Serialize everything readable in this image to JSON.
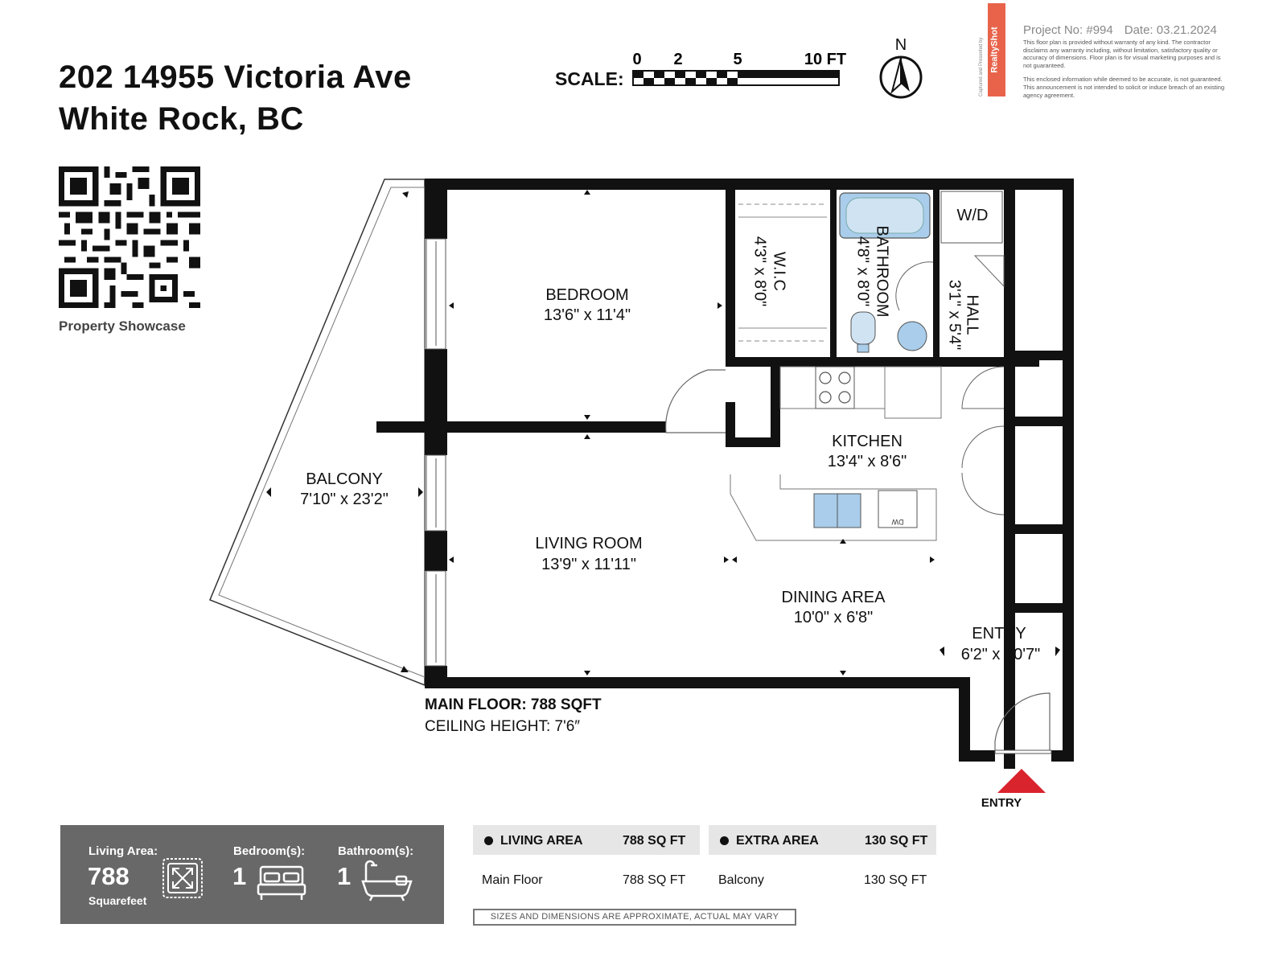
{
  "header": {
    "address_line1": "202 14955 Victoria Ave",
    "address_line2": "White Rock, BC",
    "qr_caption": "Property Showcase"
  },
  "scale": {
    "label": "SCALE:",
    "ticks": [
      "0",
      "2",
      "5",
      "10 FT"
    ],
    "north": "N"
  },
  "branding": {
    "brand": "RealtyShot",
    "captured_by": "Captured and Presented by",
    "project_no": "Project No: #994",
    "date": "Date: 03.21.2024",
    "disclaimer_1": "This floor plan is provided without warranty of any kind. The contractor disclaims any warranty including, without limitation, satisfactory quality or accuracy of dimensions. Floor plan is for visual marketing purposes and is not guaranteed.",
    "disclaimer_2": "This enclosed information while deemed to be accurate, is not guaranteed. This announcement is not intended to solicit or induce breach of an existing agency agreement."
  },
  "rooms": {
    "bedroom": {
      "name": "BEDROOM",
      "dim": "13'6\" x 11'4\""
    },
    "wic": {
      "name": "W.I.C",
      "dim": "4'3\" x 8'0\""
    },
    "bathroom": {
      "name": "BATHROOM",
      "dim": "4'8\" x 8'0\""
    },
    "wd": {
      "name": "W/D"
    },
    "hall": {
      "name": "HALL",
      "dim": "3'1\" x 5'4\""
    },
    "kitchen": {
      "name": "KITCHEN",
      "dim": "13'4\" x 8'6\""
    },
    "balcony": {
      "name": "BALCONY",
      "dim": "7'10\" x 23'2\""
    },
    "living": {
      "name": "LIVING ROOM",
      "dim": "13'9\" x 11'11\""
    },
    "dining": {
      "name": "DINING AREA",
      "dim": "10'0\" x 6'8\""
    },
    "entry": {
      "name": "ENTRY",
      "dim": "6'2\" x 10'7\""
    },
    "dw": "DW"
  },
  "floor": {
    "main_floor": "MAIN FLOOR: 788 SQFT",
    "ceiling": "CEILING HEIGHT: 7'6″",
    "entry_marker": "ENTRY"
  },
  "stats": {
    "living_area_label": "Living Area:",
    "living_area_value": "788",
    "living_area_unit": "Squarefeet",
    "bedrooms_label": "Bedroom(s):",
    "bedrooms_value": "1",
    "bathrooms_label": "Bathroom(s):",
    "bathrooms_value": "1"
  },
  "area_table": {
    "living_head": "LIVING AREA",
    "living_total": "788 SQ FT",
    "extra_head": "EXTRA AREA",
    "extra_total": "130 SQ FT",
    "rows": [
      {
        "name": "Main Floor",
        "value": "788 SQ FT"
      },
      {
        "name": "Balcony",
        "value": "130 SQ FT"
      }
    ],
    "footnote": "SIZES AND DIMENSIONS ARE APPROXIMATE, ACTUAL MAY VARY"
  }
}
